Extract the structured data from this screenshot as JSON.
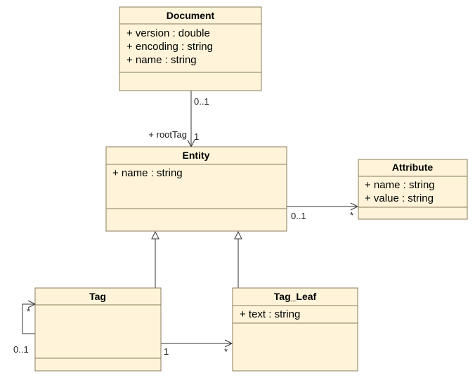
{
  "classes": {
    "document": {
      "name": "Document",
      "attributes": [
        "+ version : double",
        "+ encoding : string",
        "+ name : string"
      ]
    },
    "entity": {
      "name": "Entity",
      "attributes": [
        "+ name : string"
      ]
    },
    "attribute": {
      "name": "Attribute",
      "attributes": [
        "+ name : string",
        "+ value : string"
      ]
    },
    "tag": {
      "name": "Tag",
      "attributes": []
    },
    "tag_leaf": {
      "name": "Tag_Leaf",
      "attributes": [
        "+ text : string"
      ]
    }
  },
  "associations": {
    "document_entity": {
      "source_multiplicity": "0..1",
      "role": "+ rootTag",
      "target_multiplicity": "1"
    },
    "entity_attribute": {
      "source_multiplicity": "0..1",
      "target_multiplicity": "*"
    },
    "tag_self": {
      "source_multiplicity": "0..1",
      "target_multiplicity": "*"
    },
    "tag_tagleaf": {
      "source_multiplicity": "1",
      "target_multiplicity": "*"
    }
  }
}
